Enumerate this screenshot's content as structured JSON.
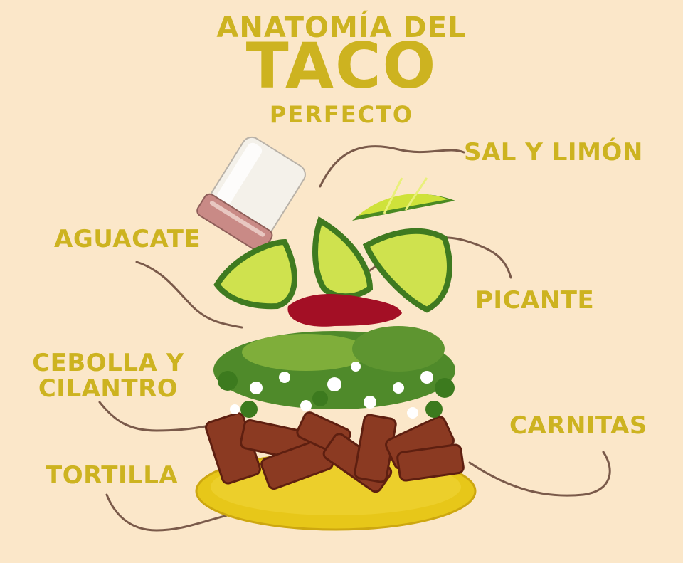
{
  "title": {
    "line1": "ANATOMÍA DEL",
    "line2": "TACO",
    "line3": "PERFECTO"
  },
  "labels": {
    "sal_limon": "SAL Y LIMÓN",
    "aguacate": "AGUACATE",
    "picante": "PICANTE",
    "cebolla_cilantro": "CEBOLLA Y CILANTRO",
    "carnitas": "CARNITAS",
    "tortilla": "TORTILLA"
  },
  "colors": {
    "background": "#fbe7c9",
    "text": "#cdb320",
    "pointer_line": "#7a5a4a",
    "lime_rind": "#4a8a22",
    "lime_flesh": "#cfe23a",
    "avocado_flesh": "#c8da4a",
    "salsa": "#a30f25",
    "herbs": "#4f8a2a",
    "meat": "#8b3a22",
    "tortilla": "#e7c719"
  }
}
